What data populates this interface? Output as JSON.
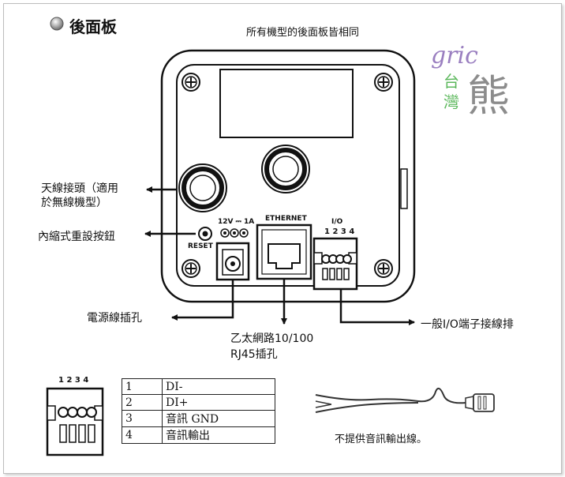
{
  "title": "後面板",
  "subtitle": "所有機型的後面板皆相同",
  "labels": {
    "antenna_line1": "天線接頭（適用",
    "antenna_line2": "於無線機型）",
    "reset_button": "內縮式重設按鈕",
    "power_jack": "電源線插孔",
    "ethernet_line1": "乙太網路10/100",
    "ethernet_line2": "RJ45插孔",
    "io_port": "一般I/O端子接線排",
    "no_audio_cable": "不提供音訊輸出線。"
  },
  "panel_text": {
    "power_rating": "12V ⎓ 1A",
    "reset": "RESET",
    "ethernet": "ETHERNET",
    "io": "I/O",
    "io_pins": "1 2 3 4",
    "terminal_pins": "1 2 3 4"
  },
  "pin_table": [
    {
      "pin": "1",
      "desc": "DI-"
    },
    {
      "pin": "2",
      "desc": "DI+"
    },
    {
      "pin": "3",
      "desc": "音訊 GND"
    },
    {
      "pin": "4",
      "desc": "音訊輸出"
    }
  ],
  "watermark": {
    "latin": "gric",
    "cjk_small": [
      "台",
      "灣"
    ],
    "cjk_big": "熊"
  },
  "colors": {
    "bullet": "#8a8a8a",
    "watermark_purple": "#9a7fc0",
    "watermark_green": "#5cb85c",
    "watermark_gray": "#8c8c8c"
  }
}
